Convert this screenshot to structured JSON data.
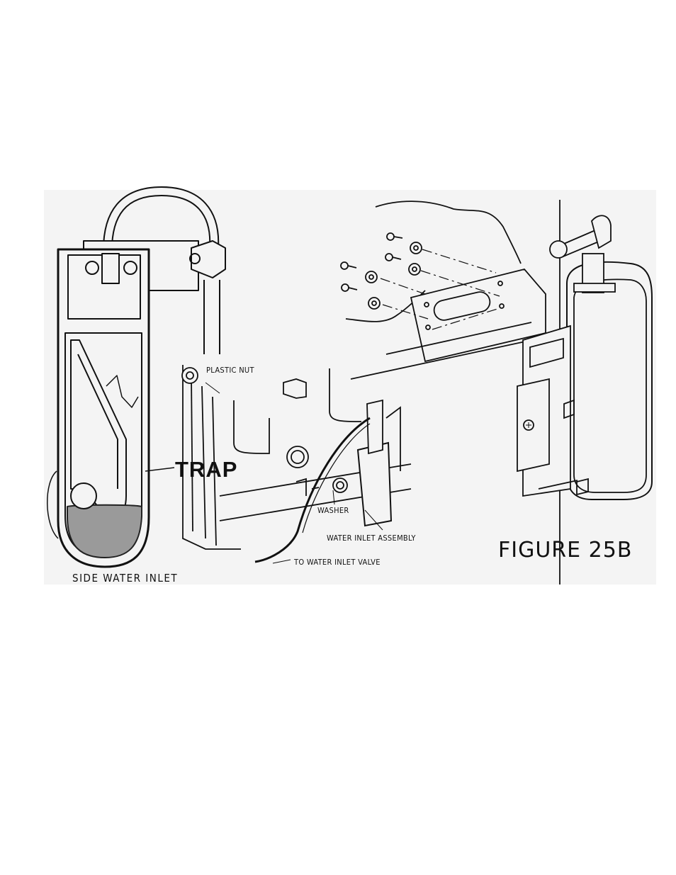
{
  "figure": {
    "title": "FIGURE 25B",
    "labels": {
      "plastic_nut": "PLASTIC NUT",
      "trap": "TRAP",
      "washer": "WASHER",
      "water_inlet_assembly": "WATER INLET ASSEMBLY",
      "to_water_inlet_valve": "TO WATER INLET VALVE",
      "side_water_inlet": "SIDE WATER INLET"
    }
  }
}
